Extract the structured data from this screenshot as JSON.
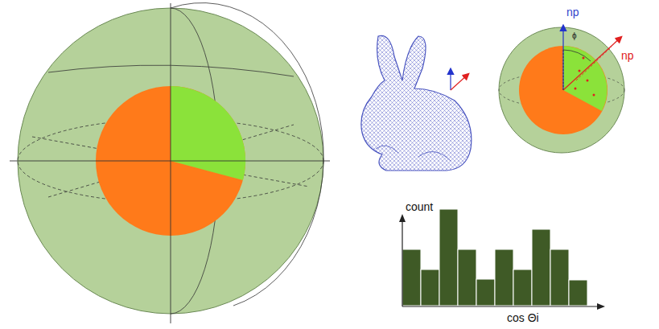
{
  "diagram": {
    "labels": [
      "np",
      "np",
      "ϕ",
      "count",
      "cos Θi"
    ]
  }
}
